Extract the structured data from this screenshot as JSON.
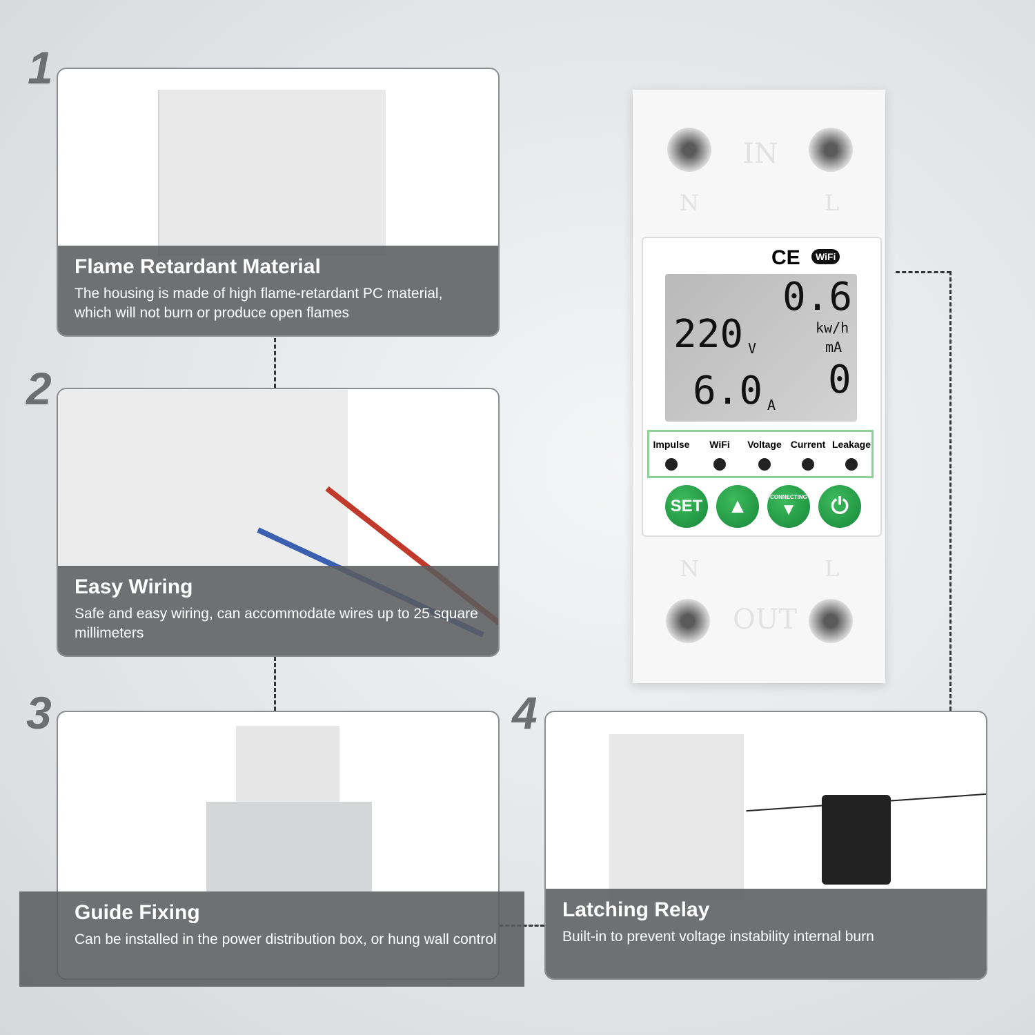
{
  "features": [
    {
      "number": "1",
      "title": "Flame Retardant Material",
      "description": "The housing is made of high flame-retardant PC material, which will not burn or produce open flames"
    },
    {
      "number": "2",
      "title": "Easy Wiring",
      "description": "Safe and easy wiring, can accommodate wires up to 25 square millimeters"
    },
    {
      "number": "3",
      "title": "Guide Fixing",
      "description": "Can be installed in the power distribution box, or hung wall control"
    },
    {
      "number": "4",
      "title": "Latching Relay",
      "description": "Built-in to prevent voltage instability internal burn"
    }
  ],
  "device": {
    "top_label": "IN",
    "bottom_label": "OUT",
    "neutral": "N",
    "line": "L",
    "ce_mark": "CE",
    "wifi_logo": "WiFi",
    "display": {
      "voltage": "220",
      "voltage_unit": "V",
      "energy": "0.6",
      "energy_unit": "kw/h",
      "current": "6.0",
      "current_unit": "A",
      "leakage": "0",
      "leakage_unit": "mA"
    },
    "indicators": [
      "Impulse",
      "WiFi",
      "Voltage",
      "Current",
      "Leakage"
    ],
    "buttons": {
      "set": "SET",
      "up": "▲",
      "connecting": "CONNECTING",
      "down": "▼",
      "power": "⏻"
    }
  },
  "colors": {
    "button_green": "#1f9a45",
    "caption_bg": "#5a5c5f"
  }
}
